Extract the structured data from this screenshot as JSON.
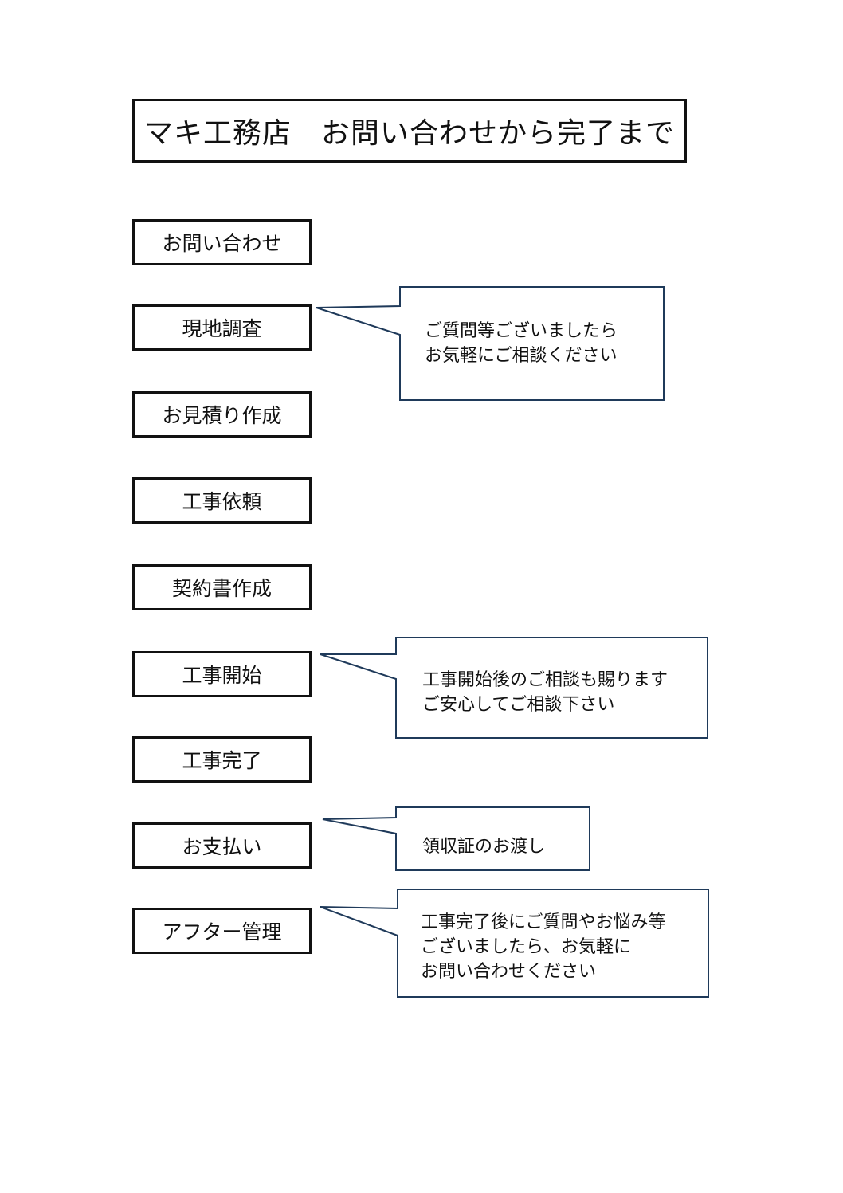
{
  "title": "マキ工務店　お問い合わせから完了まで",
  "steps": [
    "お問い合わせ",
    "現地調査",
    "お見積り作成",
    "工事依頼",
    "契約書作成",
    "工事開始",
    "工事完了",
    "お支払い",
    "アフター管理"
  ],
  "notes": [
    "ご質問等ございましたら\nお気軽にご相談ください",
    "工事開始後のご相談も賜ります\nご安心してご相談下さい",
    "領収証のお渡し",
    "工事完了後にご質問やお悩み等\nございましたら、お気軽に\nお問い合わせください"
  ],
  "colors": {
    "callout_border": "#1f3a5a",
    "box_border": "#111111"
  }
}
